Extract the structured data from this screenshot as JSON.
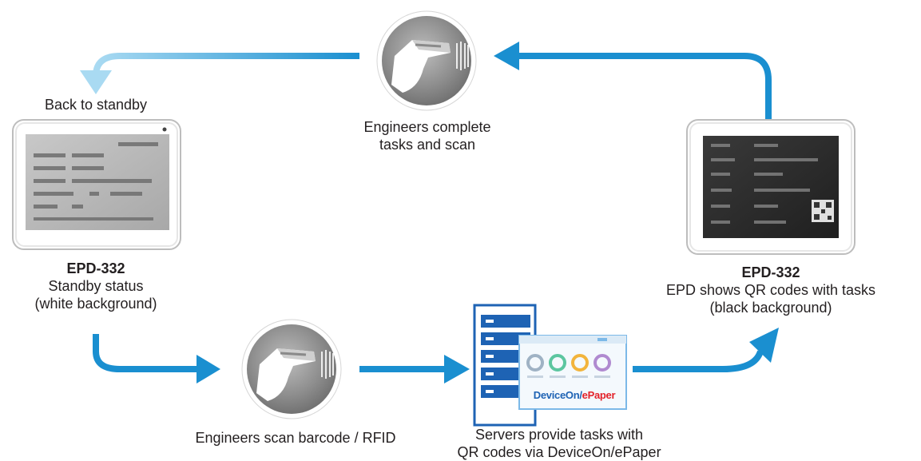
{
  "standby_device": {
    "model": "EPD-332",
    "status_line1": "Standby status",
    "status_line2": "(white background)"
  },
  "task_device": {
    "model": "EPD-332",
    "status_line1": "EPD shows QR codes with tasks",
    "status_line2": "(black background)"
  },
  "step_back": {
    "label": "Back to standby"
  },
  "step_complete": {
    "line1": "Engineers complete",
    "line2": "tasks and scan"
  },
  "step_scan": {
    "label": "Engineers scan barcode / RFID"
  },
  "step_server": {
    "line1": "Servers provide tasks with",
    "line2": "QR codes via DeviceOn/ePaper",
    "software_brand": "DeviceOn/",
    "software_brand_accent": "ePaper"
  },
  "colors": {
    "arrow": "#1a8fd0",
    "arrow_faded": "#9fd3ee",
    "circle_fill": "#8a8a8a",
    "server_blue": "#1e63b4",
    "brand_red": "#e3222a"
  },
  "icons": [
    "barcode-scanner-icon",
    "server-icon",
    "epaper-device-icon",
    "qr-code-icon"
  ]
}
